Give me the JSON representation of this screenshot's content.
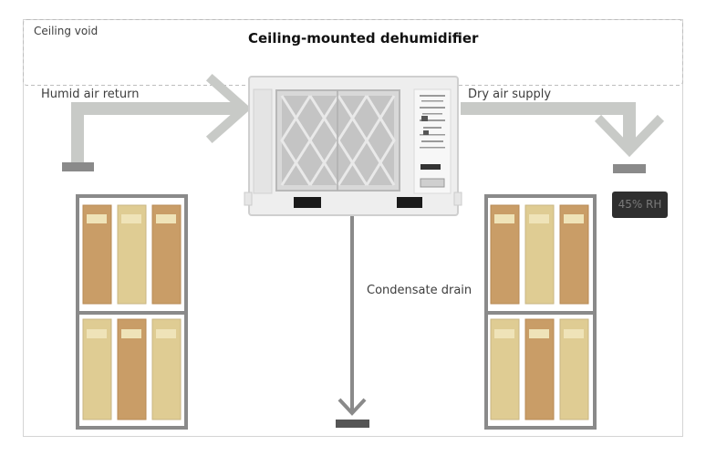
{
  "labels": {
    "zone": "Ceiling void",
    "title": "Ceiling-mounted dehumidifier",
    "return": "Humid air return",
    "supply": "Dry air supply",
    "drain": "Condensate drain"
  },
  "display": {
    "rh": "45% RH"
  },
  "colors": {
    "duct": "#c8cac7",
    "rack": "#8a8a8a",
    "box_tan": "#c99d67",
    "box_light": "#dfcc93",
    "unit": "#eeeeee",
    "display_bg": "#2f2f2f"
  }
}
